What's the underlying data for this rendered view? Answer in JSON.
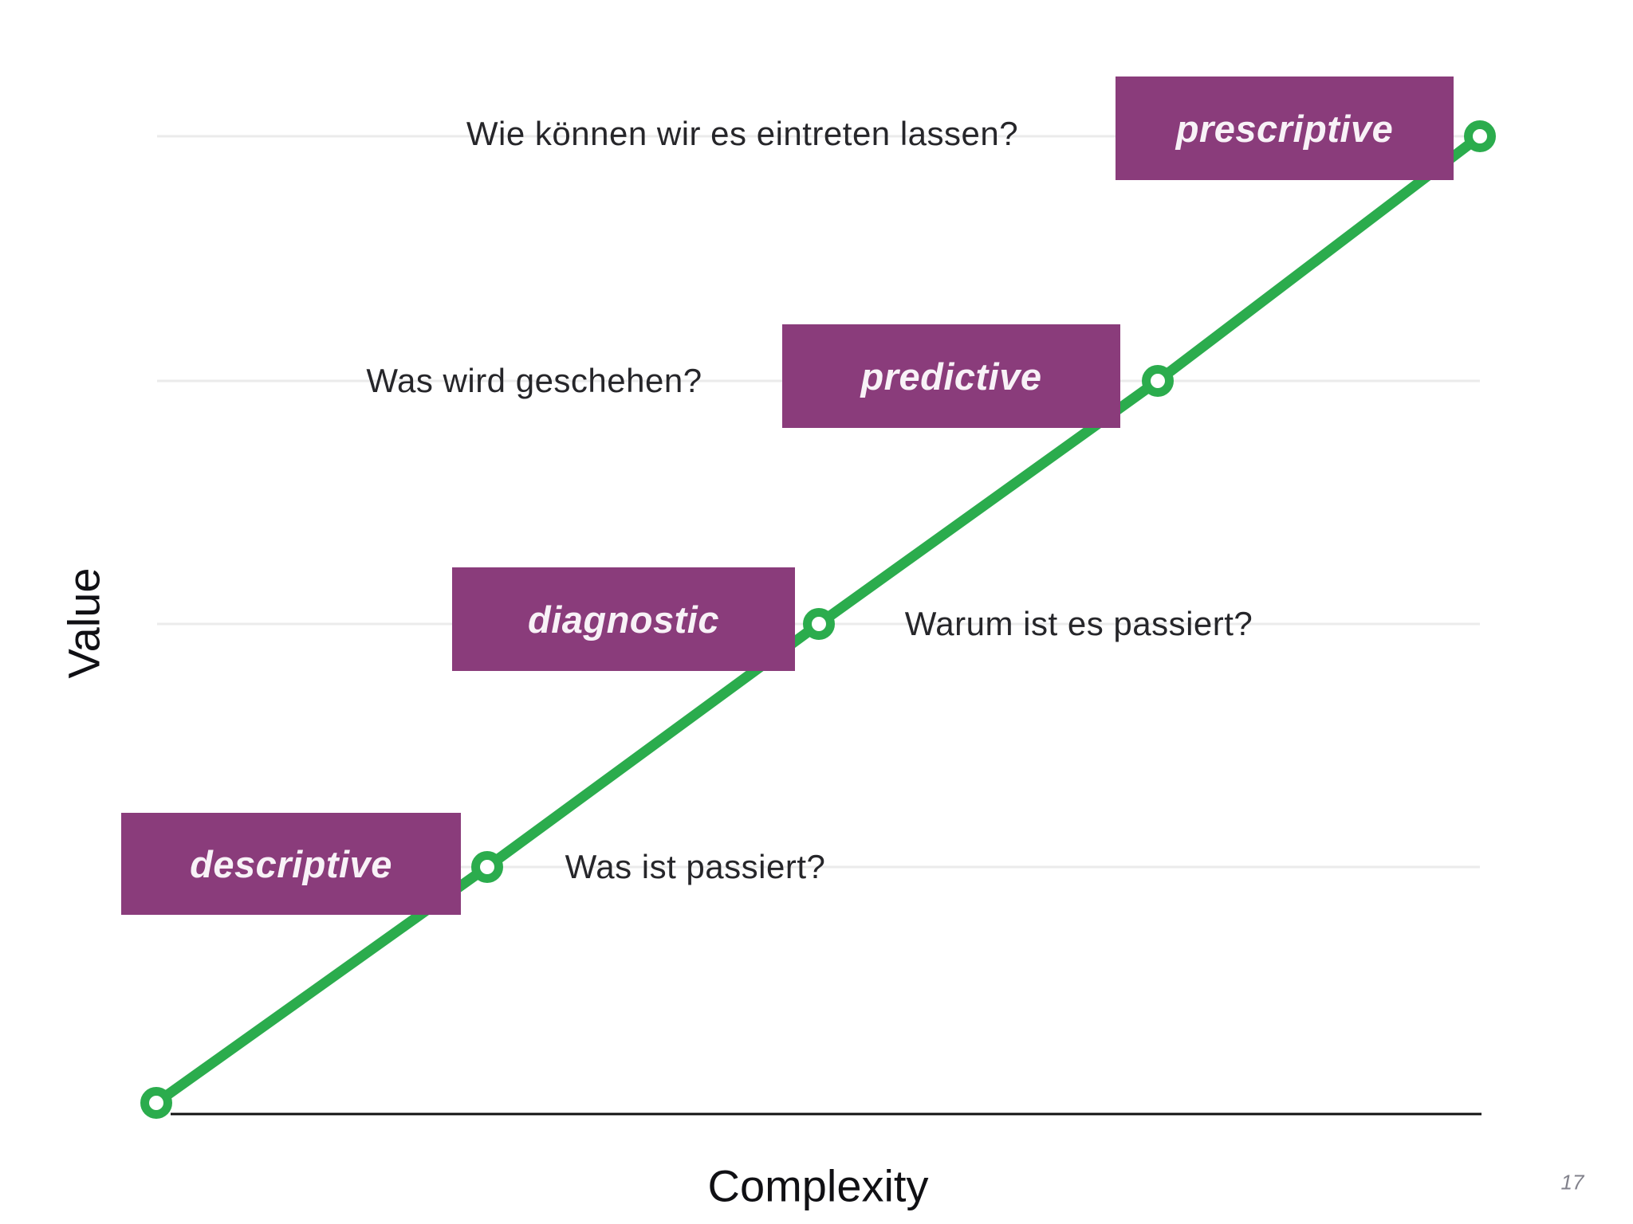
{
  "slide": {
    "page_number": "17",
    "background": "#ffffff"
  },
  "axes": {
    "y_label": "Value",
    "x_label": "Complexity"
  },
  "stages": [
    {
      "label": "descriptive",
      "question": "Was ist passiert?"
    },
    {
      "label": "diagnostic",
      "question": "Warum ist es passiert?"
    },
    {
      "label": "predictive",
      "question": "Was wird geschehen?"
    },
    {
      "label": "prescriptive",
      "question": "Wie können wir es eintreten lassen?"
    }
  ],
  "colors": {
    "stage_box": "#8a3c7b",
    "stage_label_text": "#f8f2f7",
    "trend_line": "#2bac4d",
    "node_fill": "#ffffff",
    "gridline": "#ebebeb",
    "axis_line": "#111111",
    "question_text": "#26262a",
    "page_number_text": "#82828c"
  }
}
